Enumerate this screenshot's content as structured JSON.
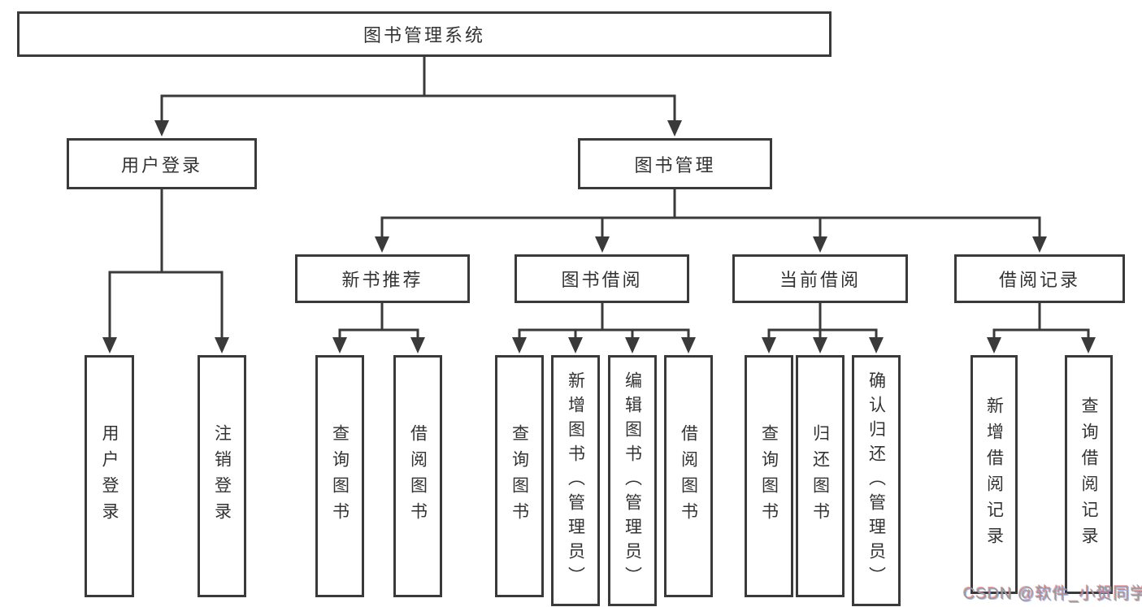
{
  "diagram": {
    "root": {
      "label": "图书管理系统"
    },
    "branches": [
      {
        "label": "用户登录",
        "children": [
          {
            "label": "用户登录"
          },
          {
            "label": "注销登录"
          }
        ]
      },
      {
        "label": "图书管理",
        "children": [
          {
            "label": "新书推荐",
            "children": [
              {
                "label": "查询图书"
              },
              {
                "label": "借阅图书"
              }
            ]
          },
          {
            "label": "图书借阅",
            "children": [
              {
                "label": "查询图书"
              },
              {
                "label": "新增图书（管理员）"
              },
              {
                "label": "编辑图书（管理员）"
              },
              {
                "label": "借阅图书"
              }
            ]
          },
          {
            "label": "当前借阅",
            "children": [
              {
                "label": "查询图书"
              },
              {
                "label": "归还图书"
              },
              {
                "label": "确认归还（管理员）"
              }
            ]
          },
          {
            "label": "借阅记录",
            "children": [
              {
                "label": "新增借阅记录"
              },
              {
                "label": "查询借阅记录"
              }
            ]
          }
        ]
      }
    ],
    "watermark": "CSDN @软件_小贺同学",
    "colors": {
      "line": "#3a3a3a",
      "text": "#333333",
      "background": "#ffffff",
      "watermark": "#9a9a9a"
    }
  }
}
